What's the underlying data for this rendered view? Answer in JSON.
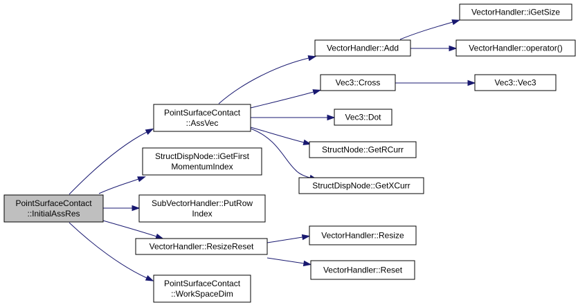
{
  "diagram": {
    "nodes": [
      {
        "id": "initialassres",
        "lines": [
          "PointSurfaceContact",
          "::InitialAssRes"
        ],
        "highlighted": true
      },
      {
        "id": "assvec",
        "lines": [
          "PointSurfaceContact",
          "::AssVec"
        ]
      },
      {
        "id": "igetfirstmomentumindex",
        "lines": [
          "StructDispNode::iGetFirst",
          "MomentumIndex"
        ]
      },
      {
        "id": "putrowindex",
        "lines": [
          "SubVectorHandler::PutRow",
          "Index"
        ]
      },
      {
        "id": "resizereset",
        "lines": [
          "VectorHandler::ResizeReset"
        ]
      },
      {
        "id": "workspacedim",
        "lines": [
          "PointSurfaceContact",
          "::WorkSpaceDim"
        ]
      },
      {
        "id": "add",
        "lines": [
          "VectorHandler::Add"
        ]
      },
      {
        "id": "cross",
        "lines": [
          "Vec3::Cross"
        ]
      },
      {
        "id": "dot",
        "lines": [
          "Vec3::Dot"
        ]
      },
      {
        "id": "getrcurr",
        "lines": [
          "StructNode::GetRCurr"
        ]
      },
      {
        "id": "getxcurr",
        "lines": [
          "StructDispNode::GetXCurr"
        ]
      },
      {
        "id": "igetsize",
        "lines": [
          "VectorHandler::iGetSize"
        ]
      },
      {
        "id": "operator",
        "lines": [
          "VectorHandler::operator()"
        ]
      },
      {
        "id": "vec3",
        "lines": [
          "Vec3::Vec3"
        ]
      },
      {
        "id": "resize",
        "lines": [
          "VectorHandler::Resize"
        ]
      },
      {
        "id": "reset",
        "lines": [
          "VectorHandler::Reset"
        ]
      }
    ],
    "edges": [
      {
        "from": "initialassres",
        "to": "assvec"
      },
      {
        "from": "initialassres",
        "to": "igetfirstmomentumindex"
      },
      {
        "from": "initialassres",
        "to": "putrowindex"
      },
      {
        "from": "initialassres",
        "to": "resizereset"
      },
      {
        "from": "initialassres",
        "to": "workspacedim"
      },
      {
        "from": "assvec",
        "to": "add"
      },
      {
        "from": "assvec",
        "to": "cross"
      },
      {
        "from": "assvec",
        "to": "dot"
      },
      {
        "from": "assvec",
        "to": "getrcurr"
      },
      {
        "from": "assvec",
        "to": "getxcurr"
      },
      {
        "from": "add",
        "to": "igetsize"
      },
      {
        "from": "add",
        "to": "operator"
      },
      {
        "from": "cross",
        "to": "vec3"
      },
      {
        "from": "resizereset",
        "to": "resize"
      },
      {
        "from": "resizereset",
        "to": "reset"
      }
    ],
    "colors": {
      "highlight_fill": "#bfbfbf",
      "node_fill": "#ffffff",
      "edge": "#191970"
    }
  }
}
